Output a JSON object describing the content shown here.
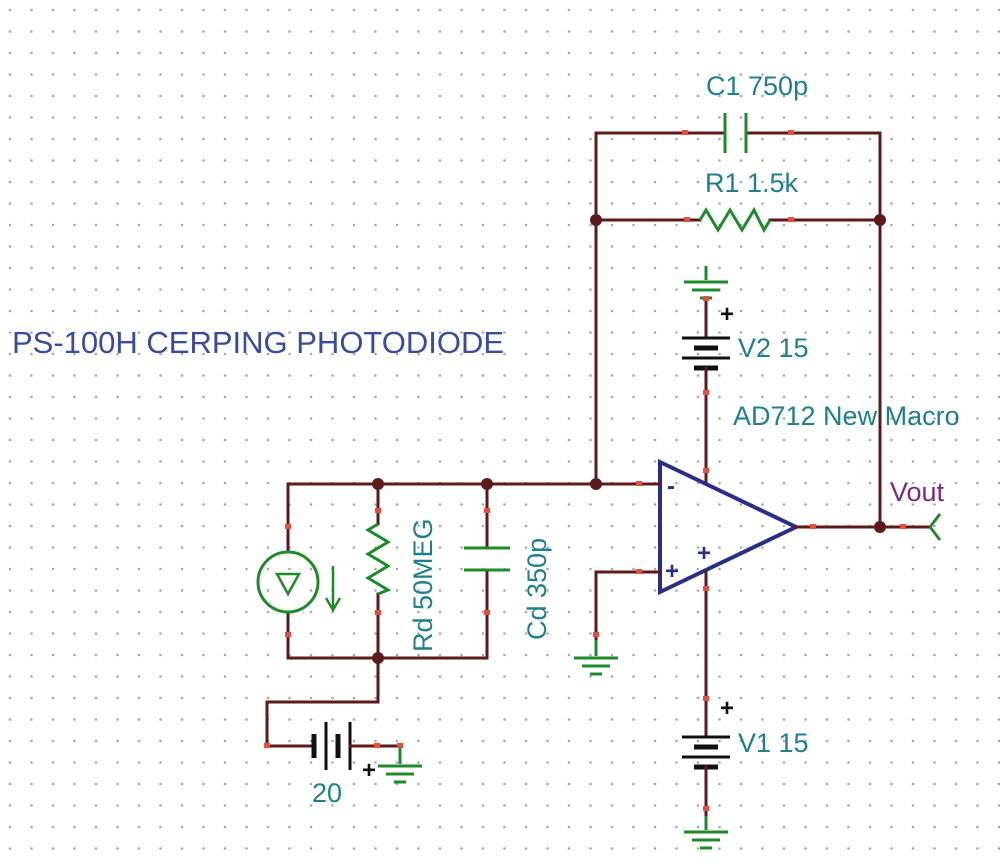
{
  "title": "PS-100H CERPING PHOTODIODE",
  "components": {
    "c1": {
      "label": "C1 750p"
    },
    "r1": {
      "label": "R1 1.5k"
    },
    "v2": {
      "label": "V2 15"
    },
    "opamp": {
      "label": "AD712 New Macro",
      "minus": "-",
      "plus": "+"
    },
    "rd": {
      "label": "Rd 50MEG"
    },
    "cd": {
      "label": "Cd 350p"
    },
    "v1": {
      "label": "V1 15"
    },
    "vbias": {
      "label": "20"
    }
  },
  "output": {
    "label": "Vout"
  },
  "polarity_mark": "+",
  "colors": {
    "wire": "#5c1a1a",
    "component": "#1f8a2a",
    "opamp": "#2a2f86",
    "label": "#1f7f8c",
    "title": "#3a4a9c",
    "output_label": "#7b2a84",
    "pin_marker": "#e84c3d"
  }
}
